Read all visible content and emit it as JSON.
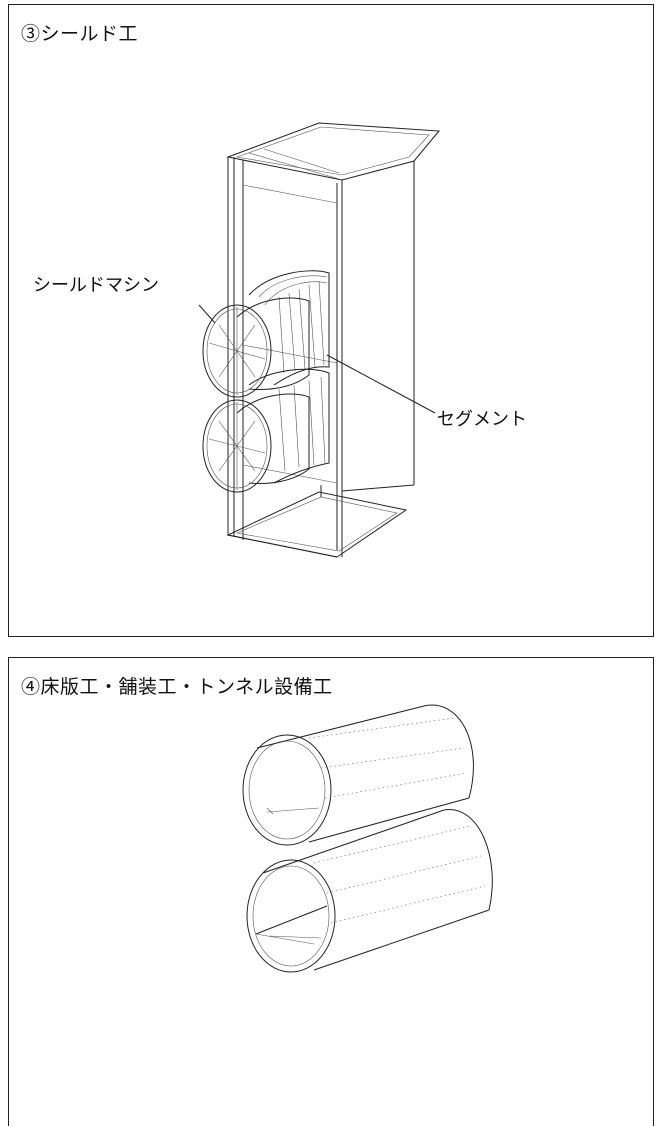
{
  "panels": [
    {
      "title": "③シールド工",
      "callouts": {
        "shield_machine": "シールドマシン",
        "segment": "セグメント"
      }
    },
    {
      "title": "④床版工・舗装工・トンネル設備工"
    }
  ]
}
